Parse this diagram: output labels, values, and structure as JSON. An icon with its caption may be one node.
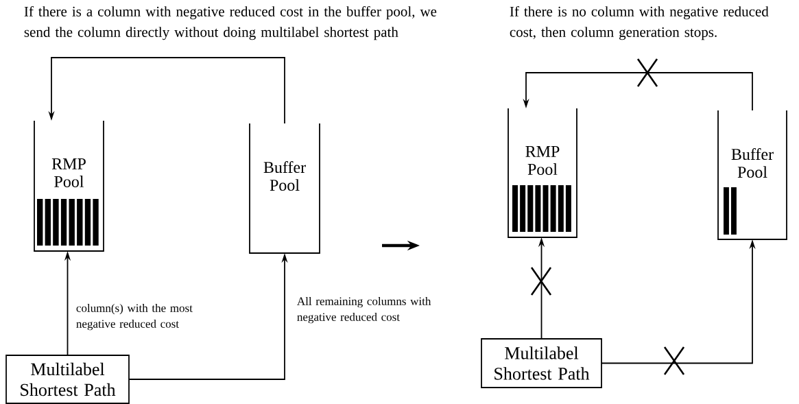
{
  "diagram": {
    "nodes": [
      {
        "text": [
          "RMP Pool"
        ]
      },
      {
        "text": [
          "Buffer Pool"
        ]
      },
      {
        "text": [
          "Multilabel Shortest Path"
        ]
      },
      {
        "text": [
          "RMP Pool"
        ]
      },
      {
        "text": [
          "Buffer Pool"
        ]
      },
      {
        "text": [
          "Multilabel Shortest Path"
        ]
      }
    ],
    "edges": [
      {
        "from": 1,
        "to": 0,
        "arrow": "to"
      },
      {
        "from": 2,
        "to": 0,
        "arrow": "to",
        "label": "column(s) with the most negative reduced cost"
      },
      {
        "from": 2,
        "to": 1,
        "arrow": "to",
        "label": "All remaining columns with negative reduced cost"
      },
      {
        "from": 4,
        "to": 3,
        "arrow": "to"
      },
      {
        "from": 5,
        "to": 3,
        "arrow": "to"
      },
      {
        "from": 5,
        "to": 4,
        "arrow": "to"
      }
    ],
    "labels": [
      "If there is a column with negative reduced cost  in the buffer pool, we send the column directly without doing multilabel shortest path",
      "If there is no column with negative reduced cost, then column generation stops."
    ]
  }
}
